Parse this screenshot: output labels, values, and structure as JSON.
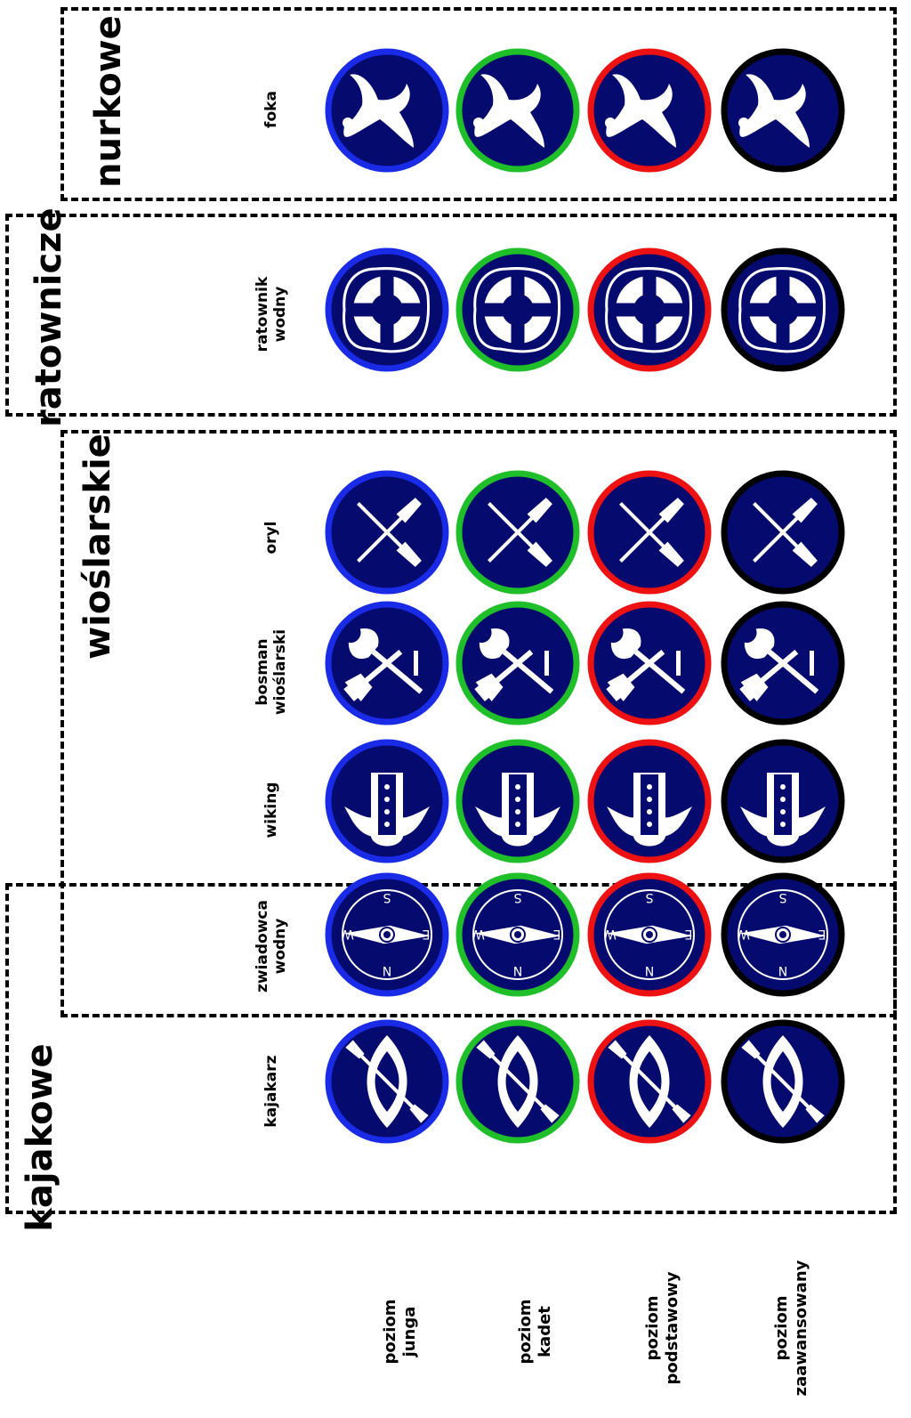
{
  "colors": {
    "badge_fill": "#050a6e",
    "icon": "#ffffff",
    "level_ring": [
      "#1a2be8",
      "#1fbf2a",
      "#ee1111",
      "#000000"
    ]
  },
  "groups": [
    {
      "id": "nurkowe",
      "title": "nurkowe"
    },
    {
      "id": "ratownicze",
      "title": "ratownicze"
    },
    {
      "id": "wioslarskie",
      "title": "wioślarskie"
    },
    {
      "id": "kajakowe",
      "title": "kajakowe"
    }
  ],
  "badges": [
    {
      "name_lines": [
        "foka"
      ],
      "icon": "seal-icon"
    },
    {
      "name_lines": [
        "ratownik",
        "wodny"
      ],
      "icon": "lifebuoy-icon"
    },
    {
      "name_lines": [
        "oryl"
      ],
      "icon": "crossed-oars-icon"
    },
    {
      "name_lines": [
        "bosman",
        "wioślarski"
      ],
      "icon": "oar-and-axe-icon"
    },
    {
      "name_lines": [
        "wiking"
      ],
      "icon": "viking-helmet-icon"
    },
    {
      "name_lines": [
        "zwiadowca",
        "wodny"
      ],
      "icon": "compass-icon"
    },
    {
      "name_lines": [
        "kajakarz"
      ],
      "icon": "kayak-icon"
    }
  ],
  "compass_letters": [
    "N",
    "E",
    "S",
    "W"
  ],
  "levels": [
    {
      "lines": [
        "poziom",
        "junga"
      ]
    },
    {
      "lines": [
        "poziom",
        "kadet"
      ]
    },
    {
      "lines": [
        "poziom",
        "podstawowy"
      ]
    },
    {
      "lines": [
        "poziom",
        "zaawansowany"
      ]
    }
  ]
}
